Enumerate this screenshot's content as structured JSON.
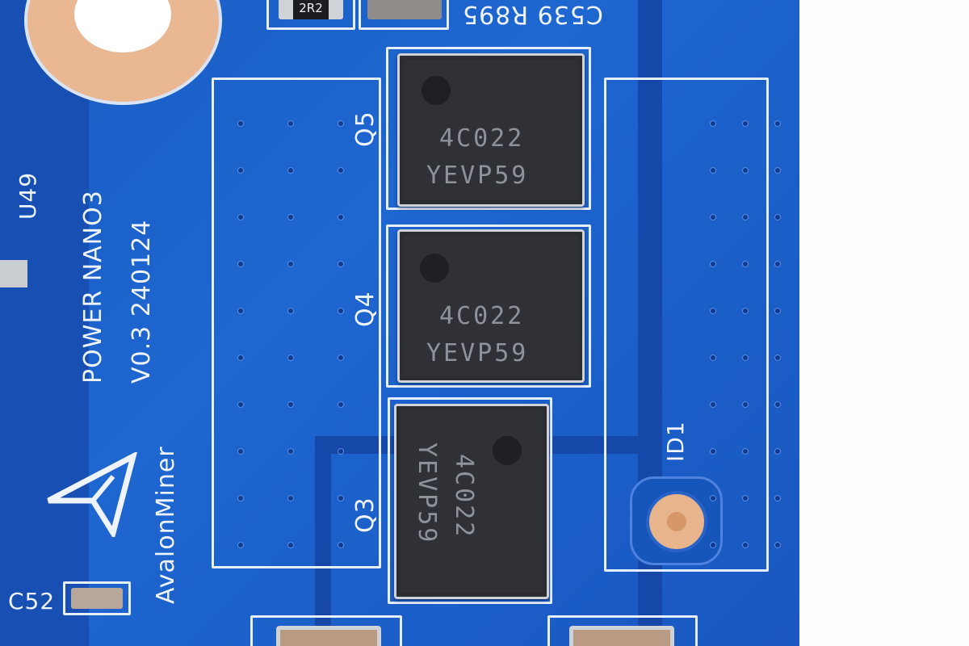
{
  "board": {
    "product_label": "POWER NANO3",
    "version_label": "V0.3 240124",
    "brand": "AvalonMiner",
    "top_labels": "C539 R895",
    "resistor_marking": "2R2",
    "ref_u49": "U49",
    "ref_c52": "C52",
    "ref_id1": "ID1",
    "colors": {
      "pcb": "#1e66d0",
      "silkscreen": "#eef3fd",
      "chip": "#2f3137",
      "pad": "#e8b48c"
    }
  },
  "components": [
    {
      "ref": "Q5",
      "line1": "4C022",
      "line2": "YEVP59"
    },
    {
      "ref": "Q4",
      "line1": "4C022",
      "line2": "YEVP59"
    },
    {
      "ref": "Q3",
      "line1": "4C022",
      "line2": "YEVP59"
    }
  ]
}
